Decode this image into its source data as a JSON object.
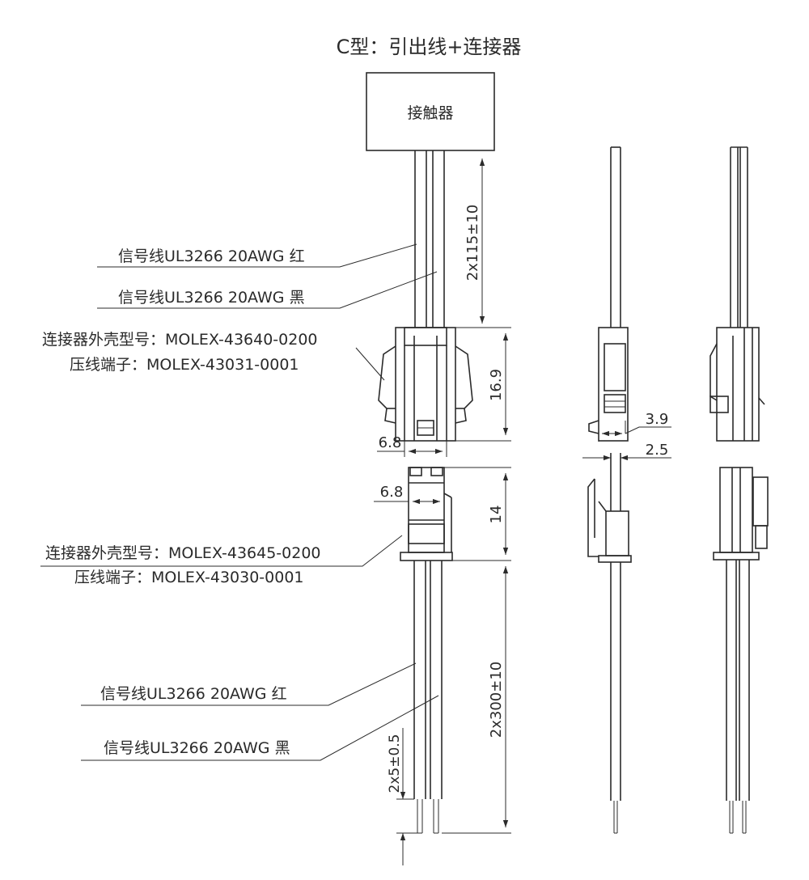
{
  "title": "C型：引出线+连接器",
  "contactor_label": "接触器",
  "labels": {
    "wire_red_top": "信号线UL3266 20AWG 红",
    "wire_black_top": "信号线UL3266 20AWG 黑",
    "housing_top": "连接器外壳型号：MOLEX-43640-0200",
    "terminal_top": "压线端子：MOLEX-43031-0001",
    "housing_bottom": "连接器外壳型号：MOLEX-43645-0200",
    "terminal_bottom": "压线端子：MOLEX-43030-0001",
    "wire_red_bottom": "信号线UL3266 20AWG 红",
    "wire_black_bottom": "信号线UL3266 20AWG 黑"
  },
  "dimensions": {
    "top_lead": "2x115±10",
    "top_housing_height": "16.9",
    "top_housing_width": "6.8",
    "bottom_housing_width": "6.8",
    "bottom_housing_height": "14",
    "bottom_lead": "2x300±10",
    "strip_length": "2x5±0.5",
    "side_width": "3.9",
    "side_gap": "2.5"
  }
}
